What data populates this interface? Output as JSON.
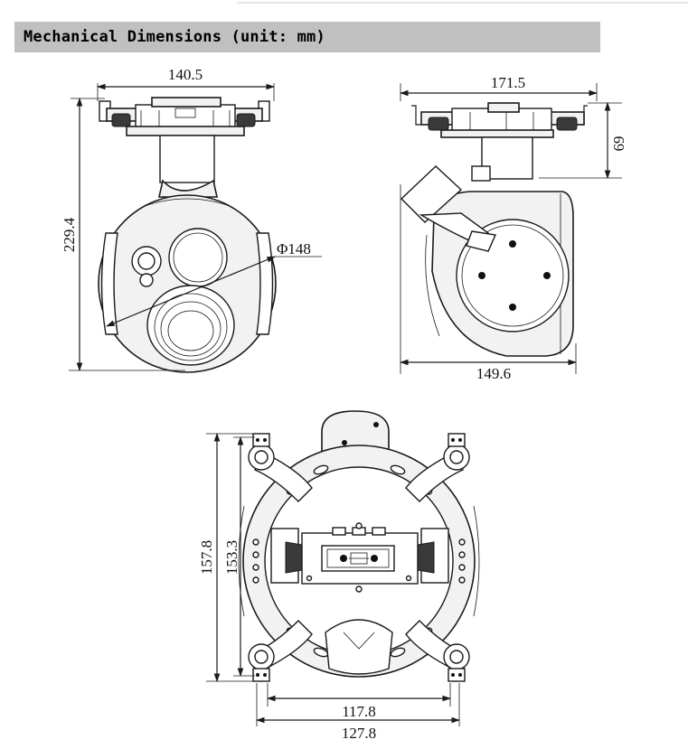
{
  "header": {
    "title": "Mechanical Dimensions (unit: mm)"
  },
  "dimensions": {
    "front_width": "140.5",
    "front_height": "229.4",
    "ball_diameter": "Φ148",
    "side_width_top": "171.5",
    "side_height_mount": "69",
    "side_width_bottom": "149.6",
    "top_outer_height": "157.8",
    "top_inner_height": "153.3",
    "top_inner_width": "117.8",
    "top_outer_width": "127.8"
  },
  "colors": {
    "header_bg": "#c0c0c0",
    "line": "#1a1a1a",
    "fill": "#f2f2f2"
  }
}
